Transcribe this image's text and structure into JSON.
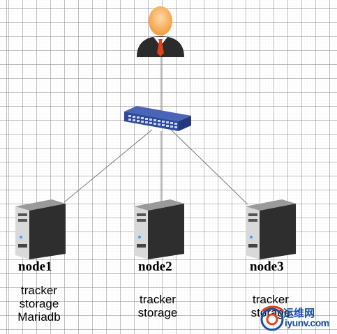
{
  "nodes": [
    {
      "name": "node1",
      "roles": [
        "tracker",
        "storage",
        "Mariadb"
      ]
    },
    {
      "name": "node2",
      "roles": [
        "tracker",
        "storage"
      ]
    },
    {
      "name": "node3",
      "roles": [
        "tracker",
        "storage"
      ]
    }
  ],
  "icons": {
    "user": "user-icon",
    "switch": "network-switch-icon",
    "server": "server-icon"
  },
  "watermark": {
    "line1": "运维网",
    "line2": "iyunv.com"
  },
  "colors": {
    "switch": "#2f4a9a",
    "server": "#3a3a3a",
    "tie": "#e0401a",
    "link": "#7a7a7a",
    "watermark": "#1a4fa0"
  }
}
